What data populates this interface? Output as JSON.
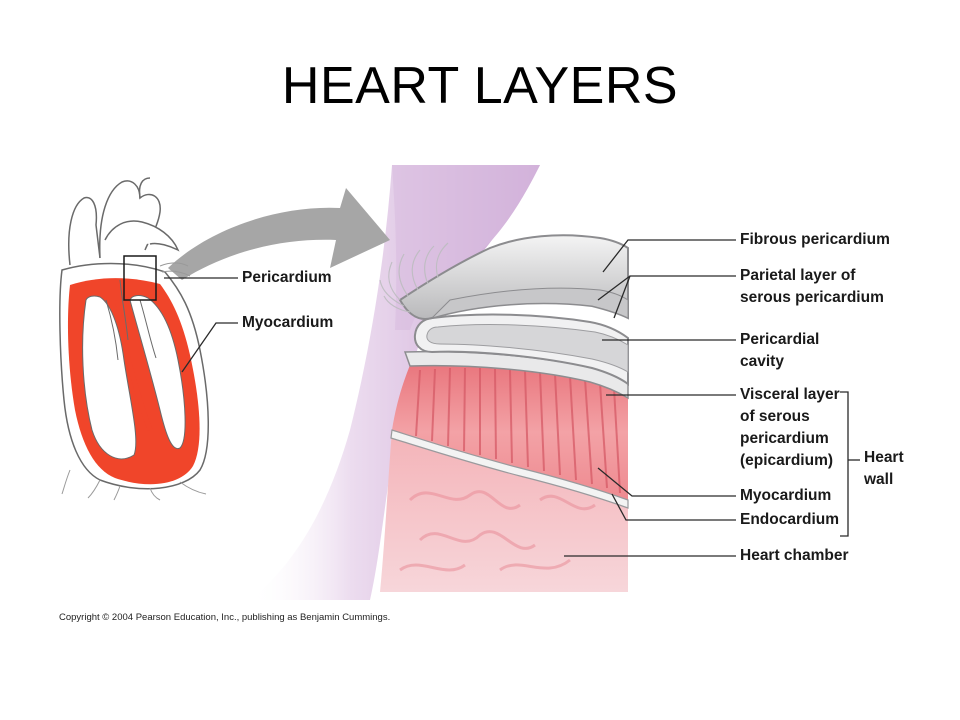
{
  "title": "HEART LAYERS",
  "labels": {
    "pericardium": "Pericardium",
    "myocardium_small": "Myocardium",
    "fibrous_pericardium": "Fibrous pericardium",
    "parietal_1": "Parietal layer of",
    "parietal_2": "serous pericardium",
    "pericardial_1": "Pericardial",
    "pericardial_2": "cavity",
    "visceral_1": "Visceral layer",
    "visceral_2": "of serous",
    "visceral_3": "pericardium",
    "visceral_4": "(epicardium)",
    "myocardium": "Myocardium",
    "endocardium": "Endocardium",
    "heart_chamber": "Heart chamber",
    "heart_wall_1": "Heart",
    "heart_wall_2": "wall"
  },
  "copyright": "Copyright © 2004 Pearson Education, Inc., publishing as Benjamin Cummings.",
  "colors": {
    "myocardium_red": "#f0452a",
    "arrow_gray": "#a6a6a6",
    "tissue_pink": "#f2a3a8",
    "background_purple": "#c9a6d6"
  }
}
